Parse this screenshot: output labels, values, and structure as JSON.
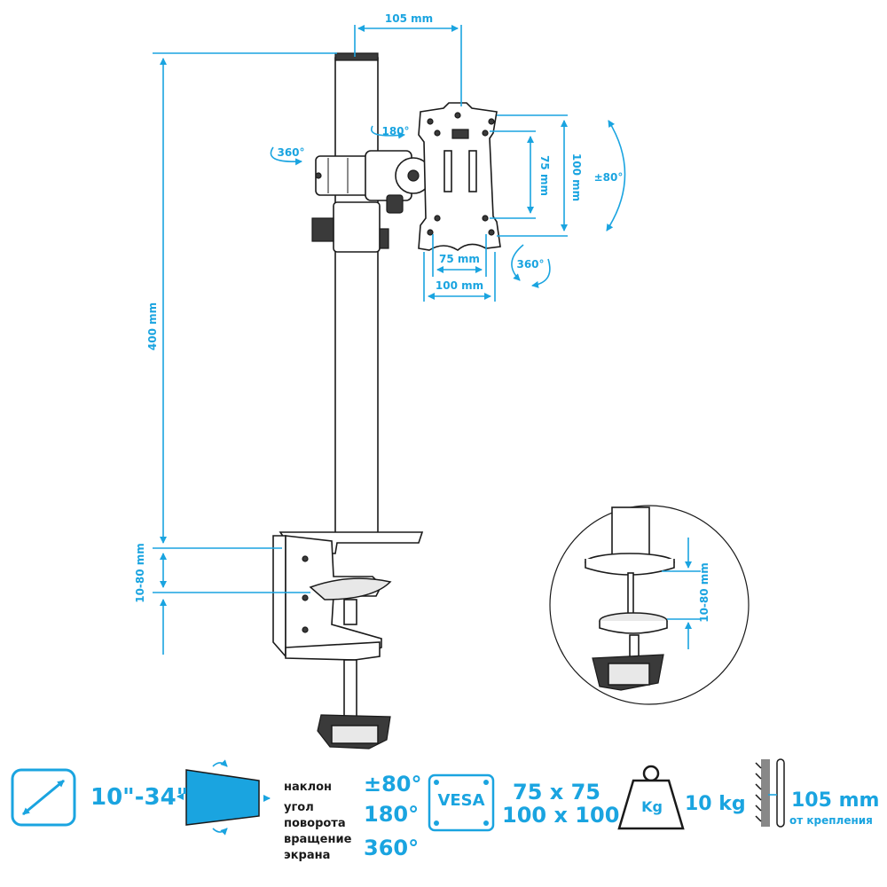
{
  "dimensions": {
    "top_width": "105 mm",
    "pole_height": "400 mm",
    "clamp_range": "10-80 mm",
    "inset_clamp_range": "10-80 mm",
    "vesa_inner_width": "75 mm",
    "vesa_outer_width": "100 mm",
    "vesa_inner_height": "75 mm",
    "vesa_outer_height": "100 mm",
    "swivel": "360°",
    "tilt_head": "180°",
    "rotation": "360°",
    "tilt": "±80°"
  },
  "specs": {
    "screen_size": "10\"-34\"",
    "tilt_label": "наклон",
    "tilt_value": "±80°",
    "rotate_label_1": "угол",
    "rotate_label_2": "поворота",
    "rotate_value": "180°",
    "spin_label_1": "вращение",
    "spin_label_2": "экрана",
    "spin_value": "360°",
    "vesa_badge": "VESA",
    "vesa_line_1": "75 x 75",
    "vesa_line_2": "100 x 100",
    "weight_badge": "Kg",
    "weight_value": "10 kg",
    "distance_value": "105 mm",
    "distance_sub": "от крепления"
  },
  "colors": {
    "accent": "#1aa4e0",
    "outline": "#1a1a1a"
  }
}
